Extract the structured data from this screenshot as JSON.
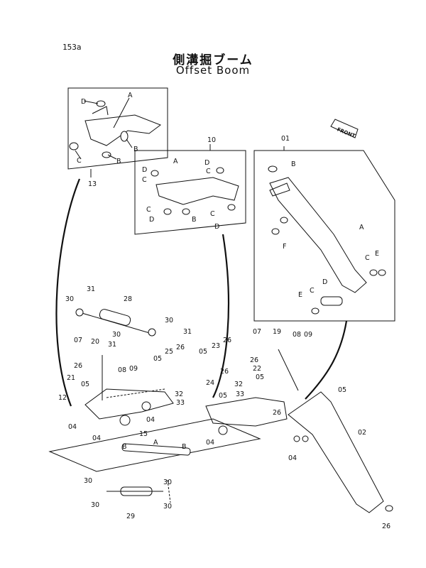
{
  "page_number": "153a",
  "title_jp": "側溝掘ブーム",
  "title_en": "Offset Boom",
  "front_label": "FRONT",
  "callouts": {
    "c13": "13",
    "c13A": "A",
    "c13B1": "B",
    "c13B2": "B",
    "c13C": "C",
    "c13D": "D",
    "c10": "10",
    "c10A": "A",
    "c10B": "B",
    "c10C1": "C",
    "c10C2": "C",
    "c10C3": "C",
    "c10C4": "C",
    "c10D1": "D",
    "c10D2": "D",
    "c10D3": "D",
    "c10D4": "D",
    "c01": "01",
    "c01A": "A",
    "c01B": "B",
    "c01C1": "C",
    "c01C2": "C",
    "c01D": "D",
    "c01E1": "E",
    "c01E2": "E",
    "c01F": "F",
    "p30a": "30",
    "p31a": "31",
    "p28": "28",
    "p30b": "30",
    "p31b": "31",
    "p30c": "30",
    "p31c": "31",
    "p07a": "07",
    "p20": "20",
    "p26a": "26",
    "p08a": "08",
    "p09a": "09",
    "p21": "21",
    "p05a": "05",
    "p12": "12",
    "p04a": "04",
    "p04b": "04",
    "p04c": "04",
    "p25": "25",
    "p26b": "26",
    "p05b": "05",
    "p23": "23",
    "p26c": "26",
    "p26d": "26",
    "p24": "24",
    "p05c": "05",
    "p32a": "32",
    "p33a": "33",
    "p04d": "04",
    "p07b": "07",
    "p19": "19",
    "p08b": "08",
    "p09b": "09",
    "p26e": "26",
    "p22": "22",
    "p05d": "05",
    "p32b": "32",
    "p33b": "33",
    "p26f": "26",
    "p05e": "05",
    "p02": "02",
    "p04e": "04",
    "p26g": "26",
    "p15": "15",
    "p15A": "A",
    "p15B1": "B",
    "p15B2": "B",
    "p30d": "30",
    "p30e": "30",
    "p30f": "30",
    "p30g": "30",
    "p29": "29"
  }
}
